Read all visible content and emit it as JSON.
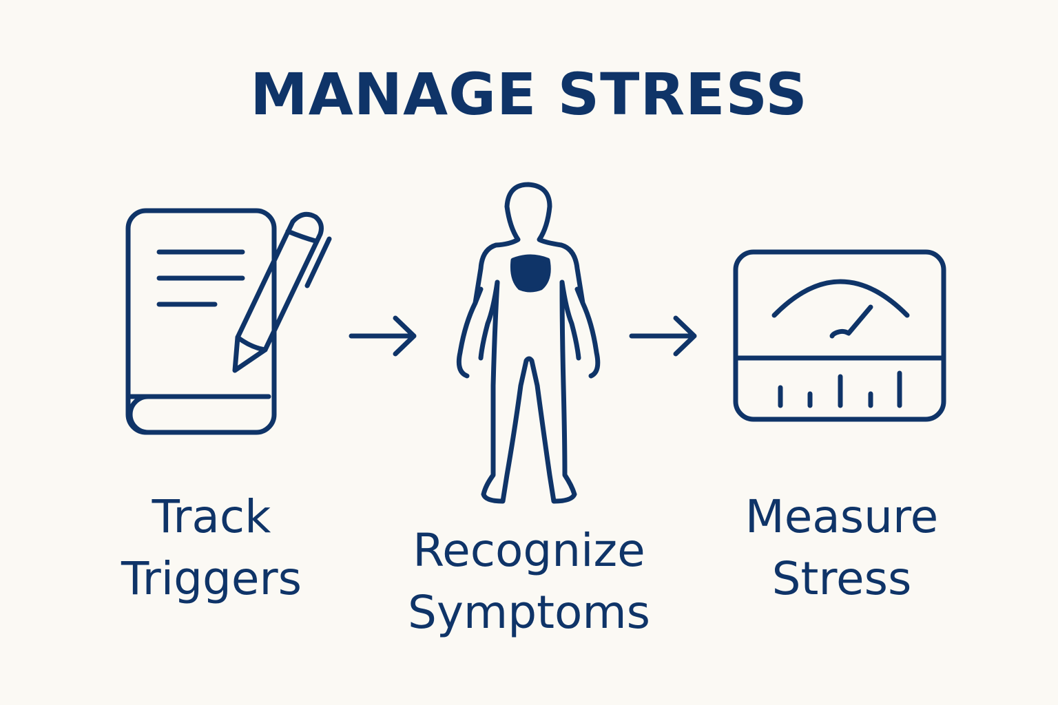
{
  "title": "MANAGE STRESS",
  "color": "#0f3468",
  "steps": [
    {
      "line1": "Track",
      "line2": "Triggers",
      "icon": "notebook-pencil-icon"
    },
    {
      "line1": "Recognize",
      "line2": "Symptoms",
      "icon": "human-body-icon"
    },
    {
      "line1": "Measure",
      "line2": "Stress",
      "icon": "gauge-meter-icon"
    }
  ]
}
